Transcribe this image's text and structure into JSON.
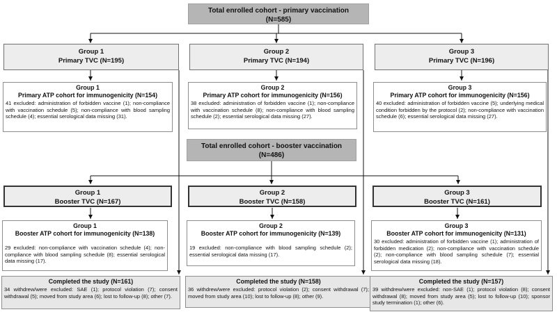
{
  "primary_total": {
    "line1": "Total enrolled cohort - primary vaccination",
    "line2": "(N=585)"
  },
  "booster_total": {
    "line1": "Total enrolled cohort - booster vaccination",
    "line2": "(N=486)"
  },
  "groups": [
    {
      "primary_tvc": {
        "line1": "Group 1",
        "line2": "Primary TVC (N=195)"
      },
      "primary_atp": {
        "line1": "Group 1",
        "line2": "Primary ATP cohort for immunogenicity (N=154)",
        "body": "41 excluded: administration of forbidden vaccine (1); non-compliance with vaccination schedule (5); non-compliance with blood sampling schedule (4); essential serological data missing (31)."
      },
      "booster_tvc": {
        "line1": "Group 1",
        "line2": "Booster TVC (N=167)"
      },
      "booster_atp": {
        "line1": "Group 1",
        "line2": "Booster ATP cohort for immunogenicity (N=138)",
        "body": "29 excluded: non-compliance with vaccination schedule (4); non-compliance with blood sampling schedule (8); essential serological data missing (17)."
      },
      "completed": {
        "title": "Completed the study (N=161)",
        "body": "34 withdrew/were excluded: SAE (1); protocol violation (7); consent withdrawal (5); moved from study area (6); lost to follow-up (8); other (7)."
      }
    },
    {
      "primary_tvc": {
        "line1": "Group 2",
        "line2": "Primary TVC (N=194)"
      },
      "primary_atp": {
        "line1": "Group 2",
        "line2": "Primary ATP cohort for immunogenicity (N=156)",
        "body": "38 excluded: administration of forbidden vaccine (1); non-compliance with vaccination schedule (8); non-compliance with blood sampling schedule (2); essential serological data missing (27)."
      },
      "booster_tvc": {
        "line1": "Group 2",
        "line2": "Booster TVC (N=158)"
      },
      "booster_atp": {
        "line1": "Group 2",
        "line2": "Booster ATP cohort for immunogenicity (N=139)",
        "body": "19 excluded: non-compliance with blood sampling schedule (2); essential serological data missing (17)."
      },
      "completed": {
        "title": "Completed the study (N=158)",
        "body": "36 withdrew/were excluded: protocol violation (2); consent withdrawal (7); moved from study area (10); lost to follow-up (8); other (9)."
      }
    },
    {
      "primary_tvc": {
        "line1": "Group 3",
        "line2": "Primary TVC (N=196)"
      },
      "primary_atp": {
        "line1": "Group 3",
        "line2": "Primary ATP cohort for immunogenicity (N=156)",
        "body": "40 excluded: administration of forbidden vaccine (5); underlying medical condition forbidden by the protocol (2); non-compliance with vaccination schedule (6); essential serological data missing (27)."
      },
      "booster_tvc": {
        "line1": "Group 3",
        "line2": "Booster TVC (N=161)"
      },
      "booster_atp": {
        "line1": "Group 3",
        "line2": "Booster ATP cohort for immunogenicity (N=131)",
        "body": "30 excluded: administration of forbidden vaccine (1); administration of forbidden medication (2); non-compliance with vaccination schedule (2); non-compliance with blood sampling schedule (7); essential serological data missing (18)."
      },
      "completed": {
        "title": "Completed the study (N=157)",
        "body": "39 withdrew/were excluded: non-SAE (1); protocol violation (8); consent withdrawal (8); moved from study area (5); lost to follow-up (10); sponsor study termination (1); other (6)."
      }
    }
  ],
  "colors": {
    "total_box_fill": "#b5b5b5",
    "tvc_box_fill": "#ededed",
    "completed_box_fill": "#e7e7e7",
    "line_color": "#111111",
    "text_color": "#111111"
  }
}
